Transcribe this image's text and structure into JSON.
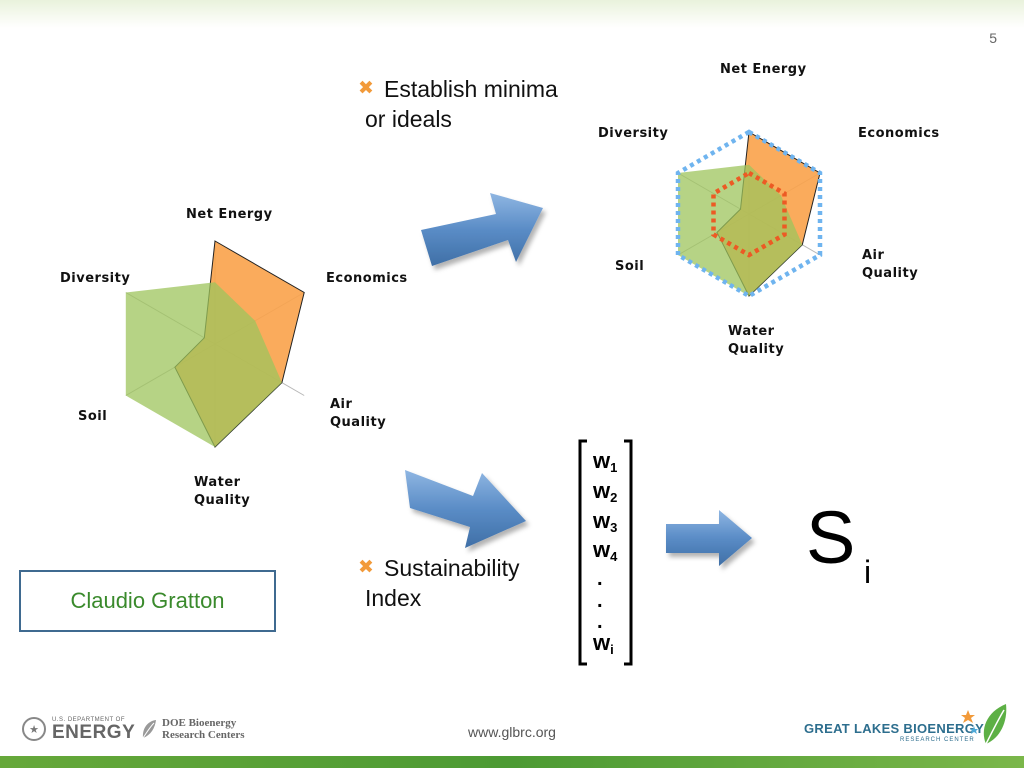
{
  "slide": {
    "number": "5",
    "footer_url": "www.glbrc.org",
    "author": "Claudio Gratton"
  },
  "bullets": [
    {
      "line1": "Establish minima",
      "line2": "or ideals"
    },
    {
      "line1": "Sustainability",
      "line2": "Index"
    }
  ],
  "weights_matrix": {
    "items": [
      "w",
      "w",
      "w",
      "w",
      ".",
      ".",
      ".",
      "w"
    ],
    "subscripts": [
      "1",
      "2",
      "3",
      "4",
      "",
      "",
      "",
      "i"
    ]
  },
  "result": {
    "symbol": "S",
    "subscript": "i"
  },
  "logos": {
    "energy_small": "U.S. DEPARTMENT OF",
    "energy_big": "ENERGY",
    "doe_line1": "DOE Bioenergy",
    "doe_line2": "Research Centers",
    "glb_title": "GREAT LAKES BIOENERGY",
    "glb_sub": "RESEARCH CENTER"
  },
  "colors": {
    "orange_fill": "#f9a24a",
    "green_fill": "#9dc45c",
    "ideal_outline": "#6fb4ef",
    "minima_outline": "#ec5a24",
    "arrow": "#5a8cc6",
    "bullet_mark": "#f29a3a",
    "author_text": "#3a8a2c",
    "author_border": "#3f6a90"
  },
  "chart_data": [
    {
      "type": "radar",
      "axes": [
        "Net  Energy",
        "Economics",
        "Air\nQuality",
        "Water\nQuality",
        "Soil",
        "Diversity"
      ],
      "rmax": 1,
      "series": [
        {
          "color": "#f9a24a",
          "values": [
            1.0,
            1.0,
            0.75,
            1.0,
            0.45,
            0.12
          ]
        },
        {
          "color": "#9dc45c",
          "values": [
            0.6,
            0.45,
            0.75,
            1.0,
            1.0,
            1.0
          ]
        }
      ]
    },
    {
      "type": "radar",
      "axes": [
        "Net  Energy",
        "Economics",
        "Air\nQuality",
        "Water\nQuality",
        "Soil",
        "Diversity"
      ],
      "rmax": 1,
      "series": [
        {
          "color": "#f9a24a",
          "values": [
            1.0,
            1.0,
            0.75,
            1.0,
            0.45,
            0.12
          ]
        },
        {
          "color": "#9dc45c",
          "values": [
            0.6,
            0.45,
            0.75,
            1.0,
            1.0,
            1.0
          ]
        },
        {
          "color": "#6fb4ef",
          "style": "dotted",
          "values": [
            1.0,
            1.0,
            1.0,
            1.0,
            1.0,
            1.0
          ]
        },
        {
          "color": "#ec5a24",
          "style": "dotted",
          "values": [
            0.5,
            0.5,
            0.5,
            0.5,
            0.5,
            0.5
          ]
        }
      ]
    }
  ]
}
